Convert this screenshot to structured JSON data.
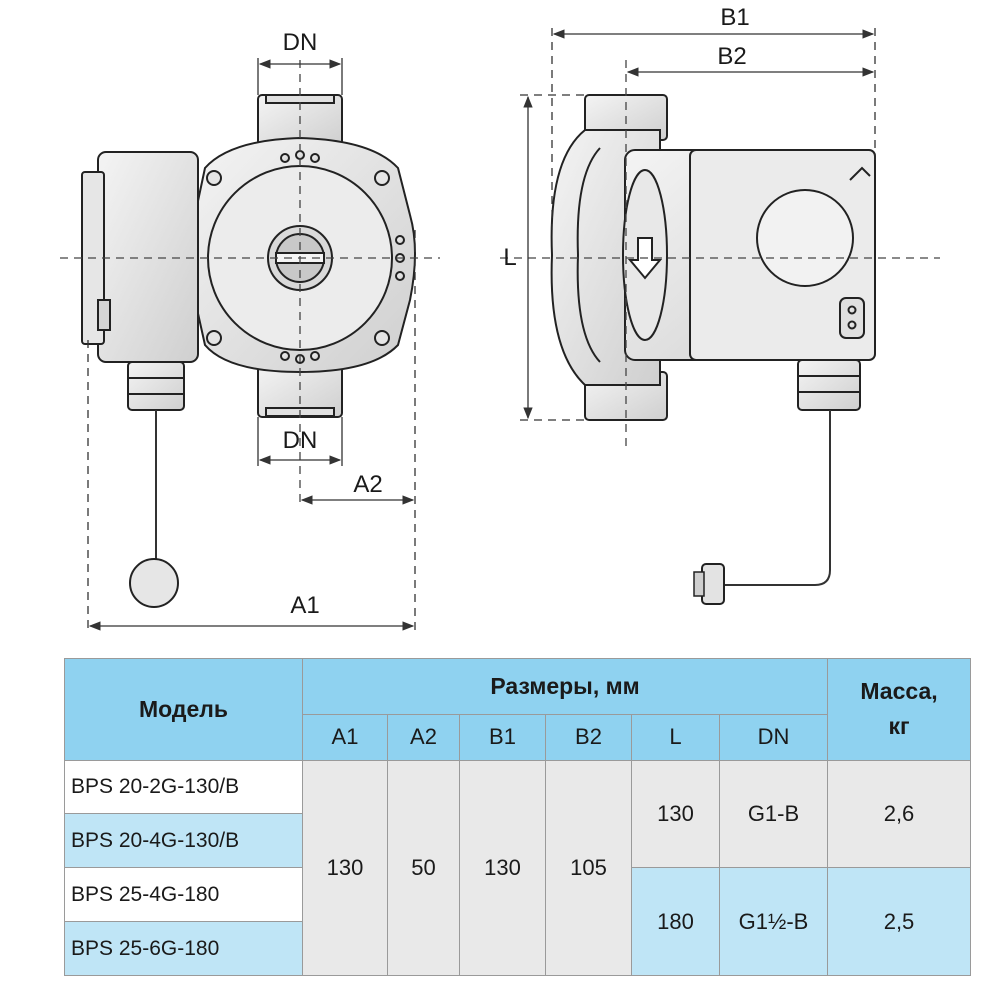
{
  "drawing": {
    "labels": {
      "dn_top": "DN",
      "dn_bottom": "DN",
      "a1": "A1",
      "a2": "A2",
      "b1": "B1",
      "b2": "B2",
      "l": "L"
    },
    "icons": [
      "pump-front-view",
      "pump-side-view",
      "flow-direction-arrow",
      "plug-connector"
    ]
  },
  "table": {
    "headers": {
      "model": "Модель",
      "sizes": "Размеры, мм",
      "mass_line1": "Масса,",
      "mass_line2": "кг",
      "a1": "A1",
      "a2": "A2",
      "b1": "B1",
      "b2": "B2",
      "l": "L",
      "dn": "DN"
    },
    "models": [
      "BPS 20-2G-130/B",
      "BPS 20-4G-130/B",
      "BPS 25-4G-180",
      "BPS 25-6G-180"
    ],
    "shared": {
      "a1": "130",
      "a2": "50",
      "b1": "130",
      "b2": "105"
    },
    "groups": [
      {
        "l": "130",
        "dn": "G1-B",
        "mass": "2,6"
      },
      {
        "l": "180",
        "dn": "G1½-B",
        "mass": "2,5"
      }
    ],
    "colors": {
      "header": "#8fd2f0",
      "row_blue": "#bfe5f6",
      "row_grey": "#e9e9e9"
    }
  }
}
